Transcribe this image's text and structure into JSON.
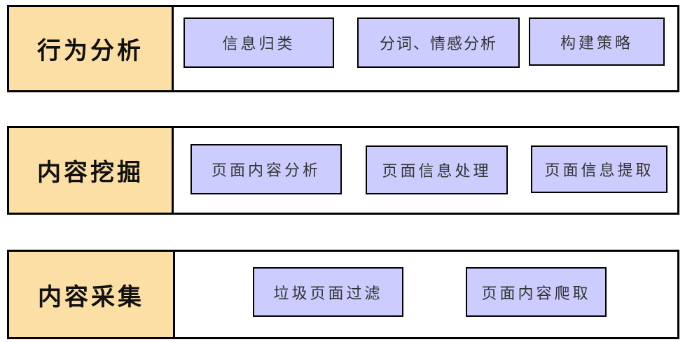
{
  "layers": [
    {
      "title": "行为分析",
      "items": [
        "信息归类",
        "分词、情感分析",
        "构建策略"
      ]
    },
    {
      "title": "内容挖掘",
      "items": [
        "页面内容分析",
        "页面信息处理",
        "页面信息提取"
      ]
    },
    {
      "title": "内容采集",
      "items": [
        "垃圾页面过滤",
        "页面内容爬取"
      ]
    }
  ],
  "colors": {
    "label_fill": "#FCDFA4",
    "box_fill": "#CCCCFF",
    "border": "#000000"
  }
}
